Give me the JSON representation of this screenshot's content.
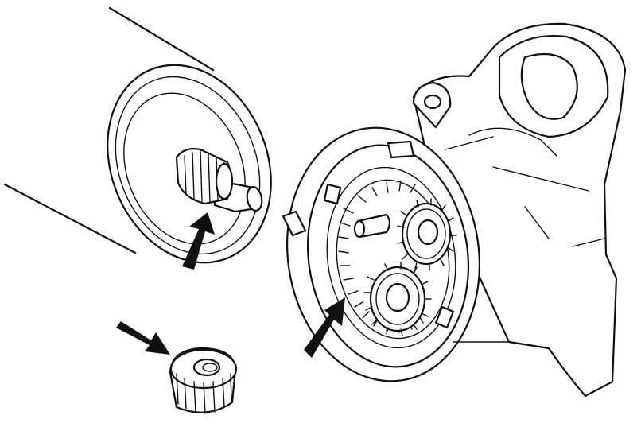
{
  "figure": {
    "kind": "line-art technical illustration",
    "palette": {
      "ink": "#111111",
      "paper": "#ffffff"
    },
    "parts": [
      {
        "name": "armature-motor-housing",
        "icon": "cylinder-with-splined-shaft"
      },
      {
        "name": "planetary-gear-housing",
        "icon": "housing-with-planet-gears"
      },
      {
        "name": "sun-gear",
        "icon": "small-spur-gear"
      }
    ],
    "callouts": [
      {
        "name": "arrow-shaft-splines",
        "icon": "arrow-up-right"
      },
      {
        "name": "arrow-sun-gear",
        "icon": "arrow-down-right"
      },
      {
        "name": "arrow-ring-gear",
        "icon": "arrow-up-right"
      }
    ]
  }
}
